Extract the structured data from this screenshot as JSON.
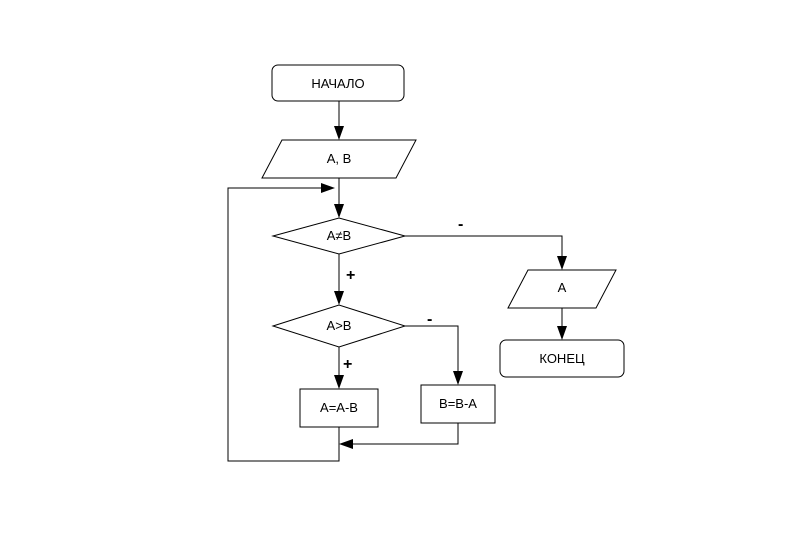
{
  "flowchart": {
    "start_label": "НАЧАЛО",
    "input_label": "A, B",
    "condition1_label": "A≠B",
    "condition2_label": "A>B",
    "assign_a_label": "A=A-B",
    "assign_b_label": "B=B-A",
    "output_label": "A",
    "end_label": "КОНЕЦ",
    "cond1_yes": "+",
    "cond1_no": "-",
    "cond2_yes": "+",
    "cond2_no": "-"
  }
}
